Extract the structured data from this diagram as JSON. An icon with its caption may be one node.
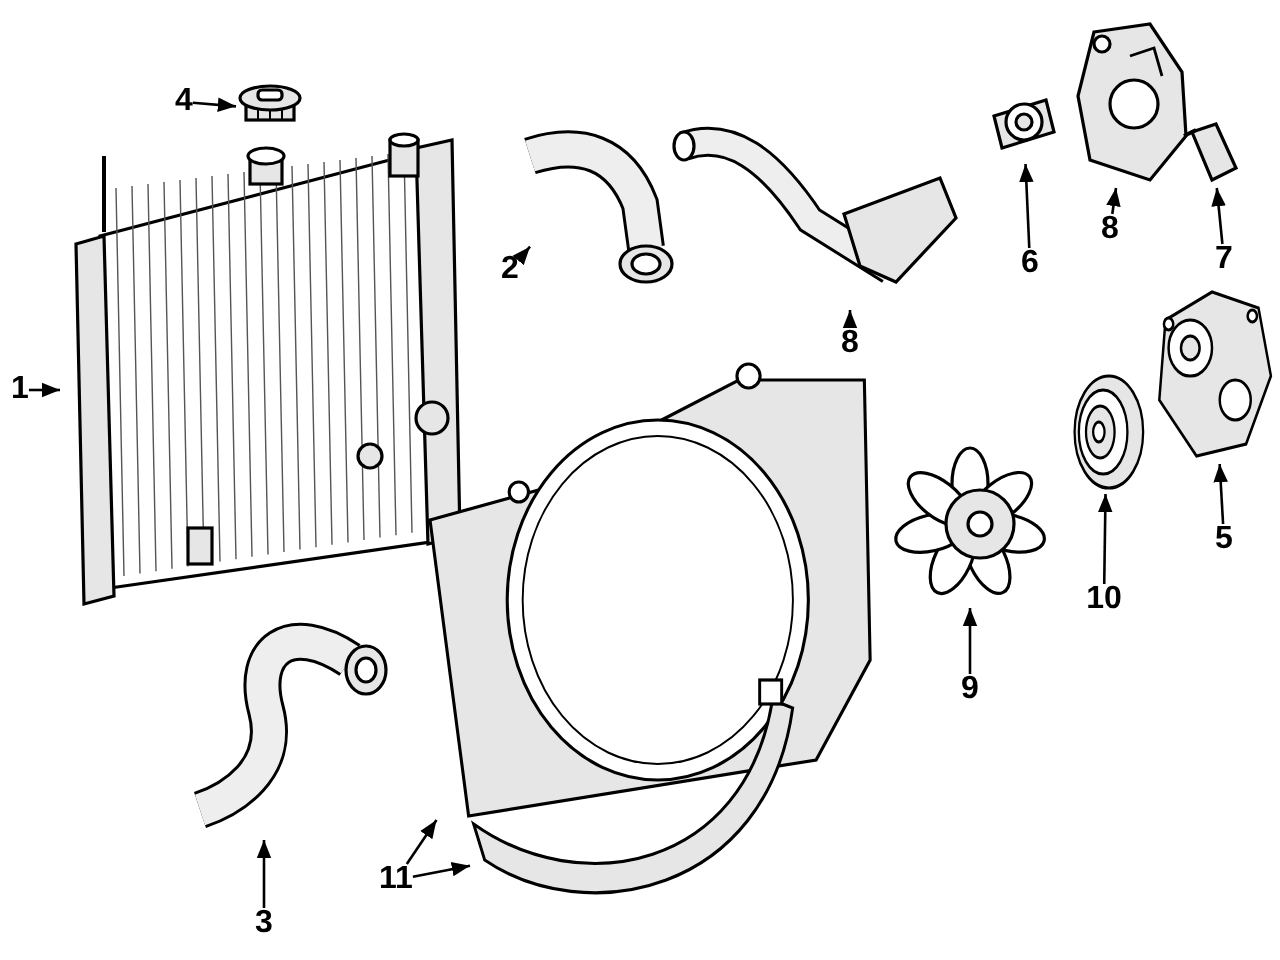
{
  "diagram": {
    "nodes": [
      {
        "text": [
          "4"
        ]
      },
      {
        "text": [],
        "shape": "picture"
      },
      {
        "text": [
          "1"
        ]
      },
      {
        "text": [],
        "shape": "picture"
      },
      {
        "text": [
          "2"
        ]
      },
      {
        "text": [],
        "shape": "picture"
      },
      {
        "text": [
          "8"
        ]
      },
      {
        "text": [],
        "shape": "picture"
      },
      {
        "text": [
          "6"
        ]
      },
      {
        "text": [],
        "shape": "picture"
      },
      {
        "text": [
          "8"
        ]
      },
      {
        "text": [],
        "shape": "picture"
      },
      {
        "text": [
          "7"
        ]
      },
      {
        "text": [],
        "shape": "picture"
      },
      {
        "text": [
          "5"
        ]
      },
      {
        "text": [],
        "shape": "picture"
      },
      {
        "text": [
          "10"
        ]
      },
      {
        "text": [],
        "shape": "picture"
      },
      {
        "text": [
          "9"
        ]
      },
      {
        "text": [],
        "shape": "picture"
      },
      {
        "text": [
          "11"
        ]
      },
      {
        "text": [],
        "shape": "picture"
      },
      {
        "text": [],
        "shape": "picture"
      },
      {
        "text": [
          "3"
        ]
      },
      {
        "text": [],
        "shape": "picture"
      }
    ],
    "edges": [
      {
        "from": 0,
        "to": 1,
        "arrow": "to"
      },
      {
        "from": 2,
        "to": 3,
        "arrow": "to"
      },
      {
        "from": 4,
        "to": 5,
        "arrow": "to"
      },
      {
        "from": 6,
        "to": 7,
        "arrow": "to"
      },
      {
        "from": 8,
        "to": 9,
        "arrow": "to"
      },
      {
        "from": 10,
        "to": 11,
        "arrow": "to"
      },
      {
        "from": 12,
        "to": 13,
        "arrow": "to"
      },
      {
        "from": 14,
        "to": 15,
        "arrow": "to"
      },
      {
        "from": 16,
        "to": 17,
        "arrow": "to"
      },
      {
        "from": 18,
        "to": 19,
        "arrow": "to"
      },
      {
        "from": 20,
        "to": 21,
        "arrow": "to"
      },
      {
        "from": 20,
        "to": 22,
        "arrow": "to"
      },
      {
        "from": 23,
        "to": 24,
        "arrow": "to"
      }
    ]
  }
}
